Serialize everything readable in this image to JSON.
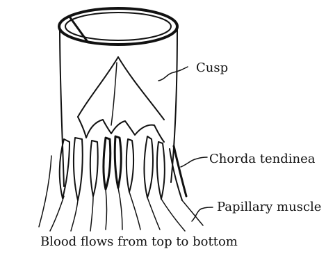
{
  "diagram": {
    "labels": {
      "cusp": "Cusp",
      "chorda": "Chorda tendinea",
      "papillary": "Papillary muscle"
    },
    "caption": "Blood flows from top to bottom"
  },
  "colors": {
    "ink": "#111111",
    "paper": "#ffffff"
  }
}
